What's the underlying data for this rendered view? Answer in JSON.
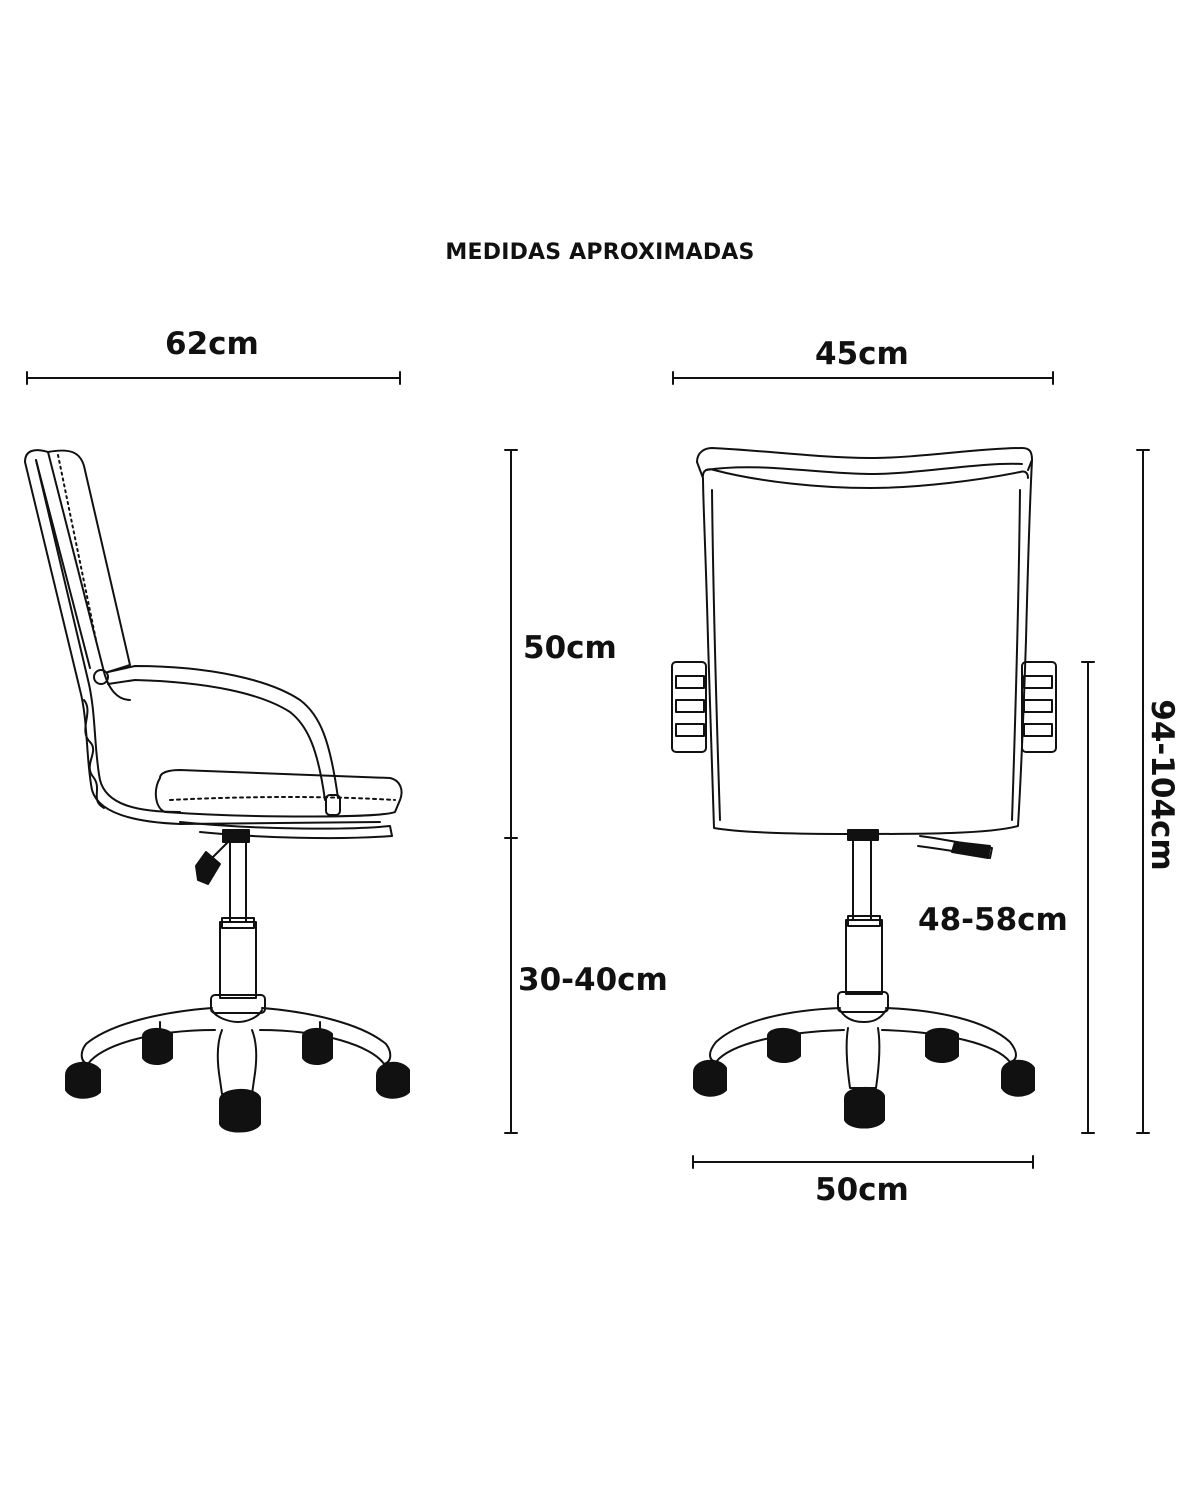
{
  "title": "MEDIDAS APROXIMADAS",
  "side_view": {
    "width_label": "62cm",
    "backrest_height_label": "50cm",
    "seat_height_label": "30-40cm"
  },
  "front_view": {
    "width_label": "45cm",
    "armrest_height_label": "48-58cm",
    "total_height_label": "94-104cm",
    "base_width_label": "50cm"
  },
  "colors": {
    "line": "#111111",
    "background": "#ffffff"
  }
}
